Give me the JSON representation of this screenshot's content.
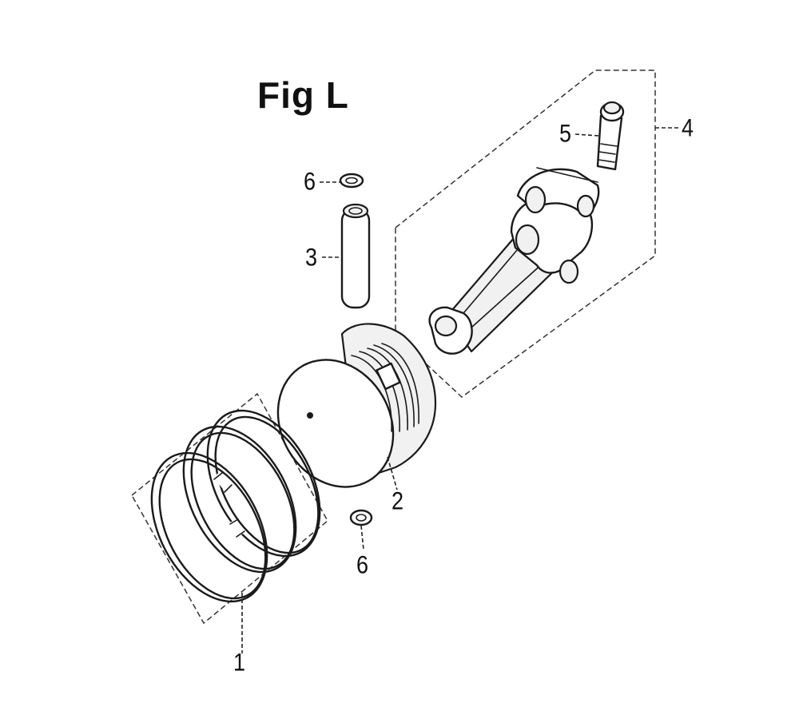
{
  "figure": {
    "title": "Fig L"
  },
  "callouts": {
    "rings": "1",
    "piston": "2",
    "pin": "3",
    "rod_assembly": "4",
    "rod_bolt": "5",
    "clip_top": "6",
    "clip_bottom": "6"
  },
  "parts": {
    "icons": [
      "piston-ring-set-icon",
      "piston-icon",
      "piston-pin-icon",
      "connecting-rod-icon",
      "rod-bolt-icon",
      "pin-clip-icon"
    ]
  }
}
